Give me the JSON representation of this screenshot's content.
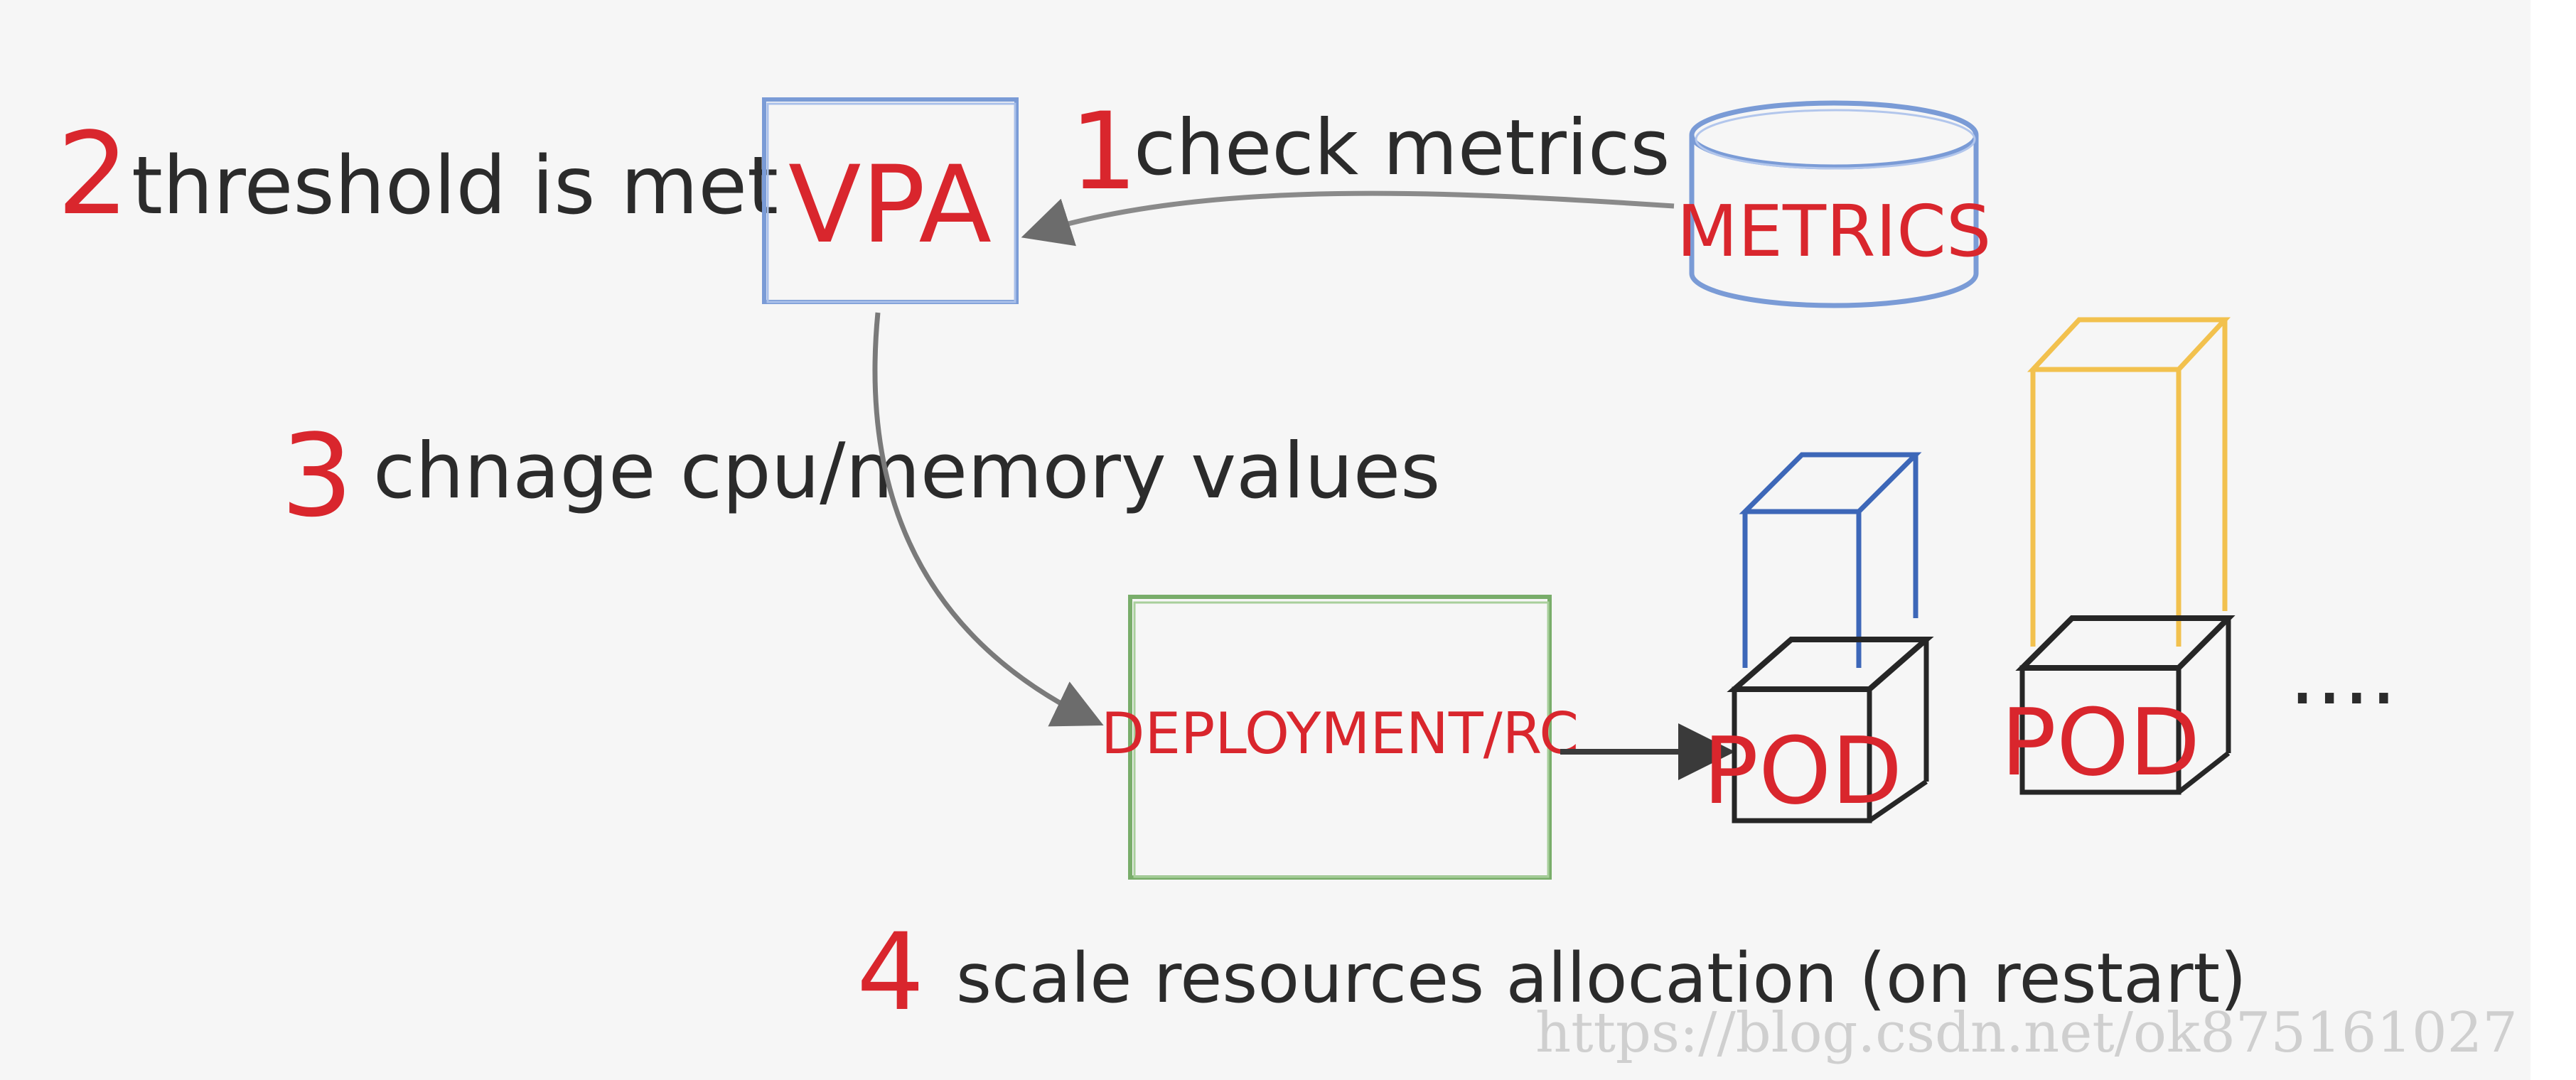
{
  "steps": {
    "s1": {
      "num": "1",
      "text": "check metrics"
    },
    "s2": {
      "num": "2",
      "text": "threshold is met"
    },
    "s3": {
      "num": "3",
      "text": "chnage cpu/memory values"
    },
    "s4": {
      "num": "4",
      "text": "scale resources allocation (on restart)"
    }
  },
  "nodes": {
    "vpa": "VPA",
    "metrics": "METRICS",
    "deployment": "DEPLOYMENT/RC",
    "pod1": "POD",
    "pod2": "POD",
    "more": "...."
  },
  "watermark": "https://blog.csdn.net/ok875161027",
  "colors": {
    "red": "#d9262d",
    "ink": "#2b2b2b",
    "blue": "#7a9bd6",
    "green": "#79ad6a",
    "yellow": "#f2c14e",
    "paper": "#f6f6f6"
  }
}
